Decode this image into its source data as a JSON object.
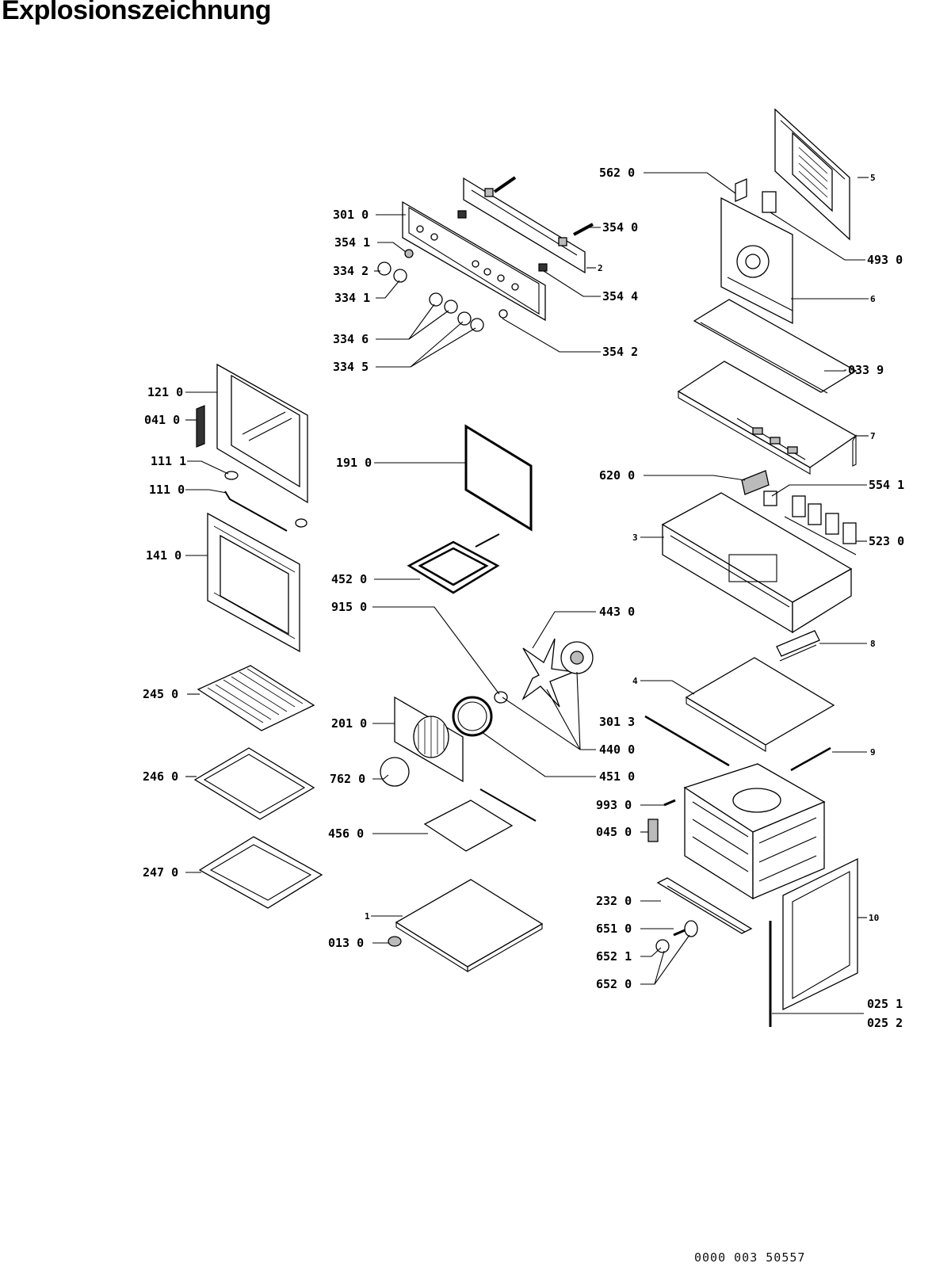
{
  "title": "Explosionszeichnung",
  "document_code": "0000 003 50557",
  "callouts": [
    {
      "id": "c-562-0",
      "text": "562 0"
    },
    {
      "id": "c-5",
      "text": "5"
    },
    {
      "id": "c-301-0",
      "text": "301 0"
    },
    {
      "id": "c-354-0",
      "text": "354 0"
    },
    {
      "id": "c-354-1",
      "text": "354 1"
    },
    {
      "id": "c-493-0",
      "text": "493 0"
    },
    {
      "id": "c-334-2",
      "text": "334 2"
    },
    {
      "id": "c-2",
      "text": "2"
    },
    {
      "id": "c-334-1",
      "text": "334 1"
    },
    {
      "id": "c-354-4",
      "text": "354 4"
    },
    {
      "id": "c-6",
      "text": "6"
    },
    {
      "id": "c-334-6",
      "text": "334 6"
    },
    {
      "id": "c-354-2",
      "text": "354 2"
    },
    {
      "id": "c-334-5",
      "text": "334 5"
    },
    {
      "id": "c-033-9",
      "text": "033 9"
    },
    {
      "id": "c-121-0",
      "text": "121 0"
    },
    {
      "id": "c-041-0",
      "text": "041 0"
    },
    {
      "id": "c-7",
      "text": "7"
    },
    {
      "id": "c-111-1",
      "text": "111 1"
    },
    {
      "id": "c-191-0",
      "text": "191 0"
    },
    {
      "id": "c-620-0",
      "text": "620 0"
    },
    {
      "id": "c-554-1",
      "text": "554 1"
    },
    {
      "id": "c-111-0",
      "text": "111 0"
    },
    {
      "id": "c-3",
      "text": "3"
    },
    {
      "id": "c-523-0",
      "text": "523 0"
    },
    {
      "id": "c-141-0",
      "text": "141 0"
    },
    {
      "id": "c-452-0",
      "text": "452 0"
    },
    {
      "id": "c-915-0",
      "text": "915 0"
    },
    {
      "id": "c-443-0",
      "text": "443 0"
    },
    {
      "id": "c-8",
      "text": "8"
    },
    {
      "id": "c-4",
      "text": "4"
    },
    {
      "id": "c-245-0",
      "text": "245 0"
    },
    {
      "id": "c-201-0",
      "text": "201 0"
    },
    {
      "id": "c-301-3",
      "text": "301 3"
    },
    {
      "id": "c-440-0",
      "text": "440 0"
    },
    {
      "id": "c-9",
      "text": "9"
    },
    {
      "id": "c-246-0",
      "text": "246 0"
    },
    {
      "id": "c-762-0",
      "text": "762 0"
    },
    {
      "id": "c-451-0",
      "text": "451 0"
    },
    {
      "id": "c-993-0",
      "text": "993 0"
    },
    {
      "id": "c-456-0",
      "text": "456 0"
    },
    {
      "id": "c-045-0",
      "text": "045 0"
    },
    {
      "id": "c-247-0",
      "text": "247 0"
    },
    {
      "id": "c-232-0",
      "text": "232 0"
    },
    {
      "id": "c-10",
      "text": "10"
    },
    {
      "id": "c-1",
      "text": "1"
    },
    {
      "id": "c-651-0",
      "text": "651 0"
    },
    {
      "id": "c-013-0",
      "text": "013 0"
    },
    {
      "id": "c-652-1",
      "text": "652 1"
    },
    {
      "id": "c-652-0",
      "text": "652 0"
    },
    {
      "id": "c-025-1",
      "text": "025 1"
    },
    {
      "id": "c-025-2",
      "text": "025 2"
    }
  ]
}
